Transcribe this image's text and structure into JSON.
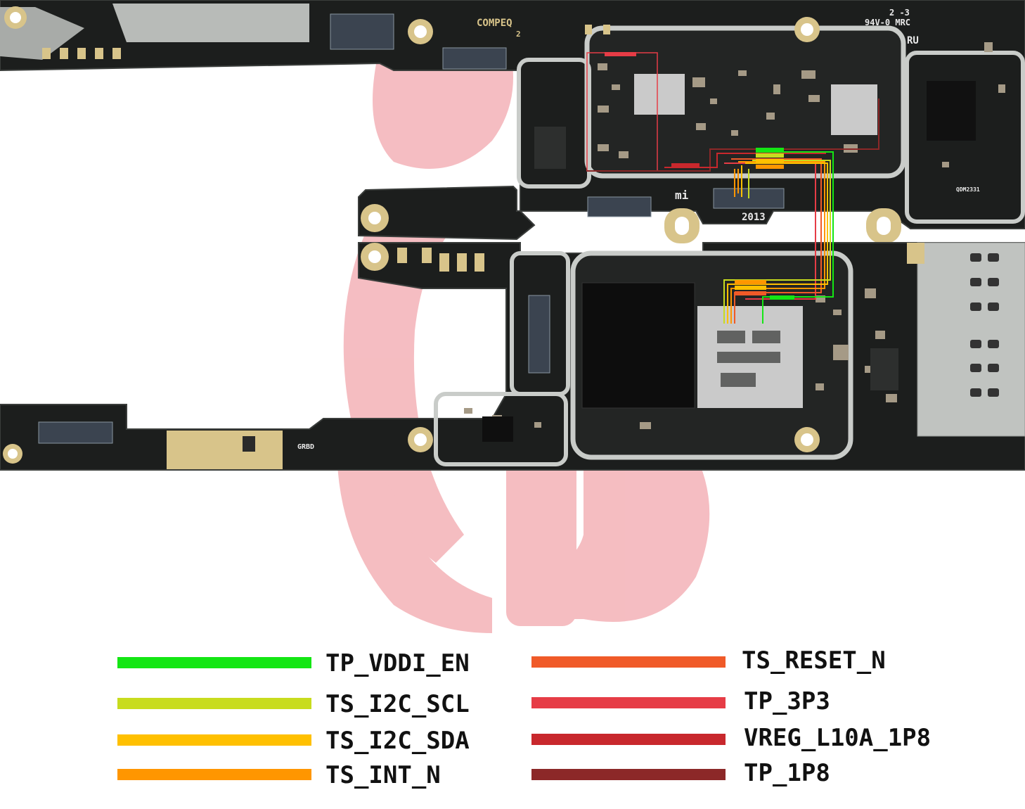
{
  "board_markings": {
    "vendor": "COMPEQ",
    "vendor_sub": "2",
    "rating": "94V-0 MRC",
    "rev": "2 -3",
    "brand": "mi",
    "year": "2013",
    "label_a": "GRBD",
    "label_b": "QDM2331",
    "ul": "RU"
  },
  "colors": {
    "pcb": "#1c1e1d",
    "pcb_edge": "#3a3d3b",
    "shield": "#c9ccc9",
    "pad_gold": "#d8c48a",
    "watermark": "#f2a7ad"
  },
  "legend": {
    "left": [
      {
        "label": "TP_VDDI_EN",
        "color": "#14e614"
      },
      {
        "label": "TS_I2C_SCL",
        "color": "#c8dc1e"
      },
      {
        "label": "TS_I2C_SDA",
        "color": "#ffc000"
      },
      {
        "label": "TS_INT_N",
        "color": "#ff9600"
      }
    ],
    "right": [
      {
        "label": "TS_RESET_N",
        "color": "#f05a28"
      },
      {
        "label": "TP_3P3",
        "color": "#e63c46"
      },
      {
        "label": "VREG_L10A_1P8",
        "color": "#c8282d"
      },
      {
        "label": "TP_1P8",
        "color": "#8c2828"
      }
    ]
  }
}
